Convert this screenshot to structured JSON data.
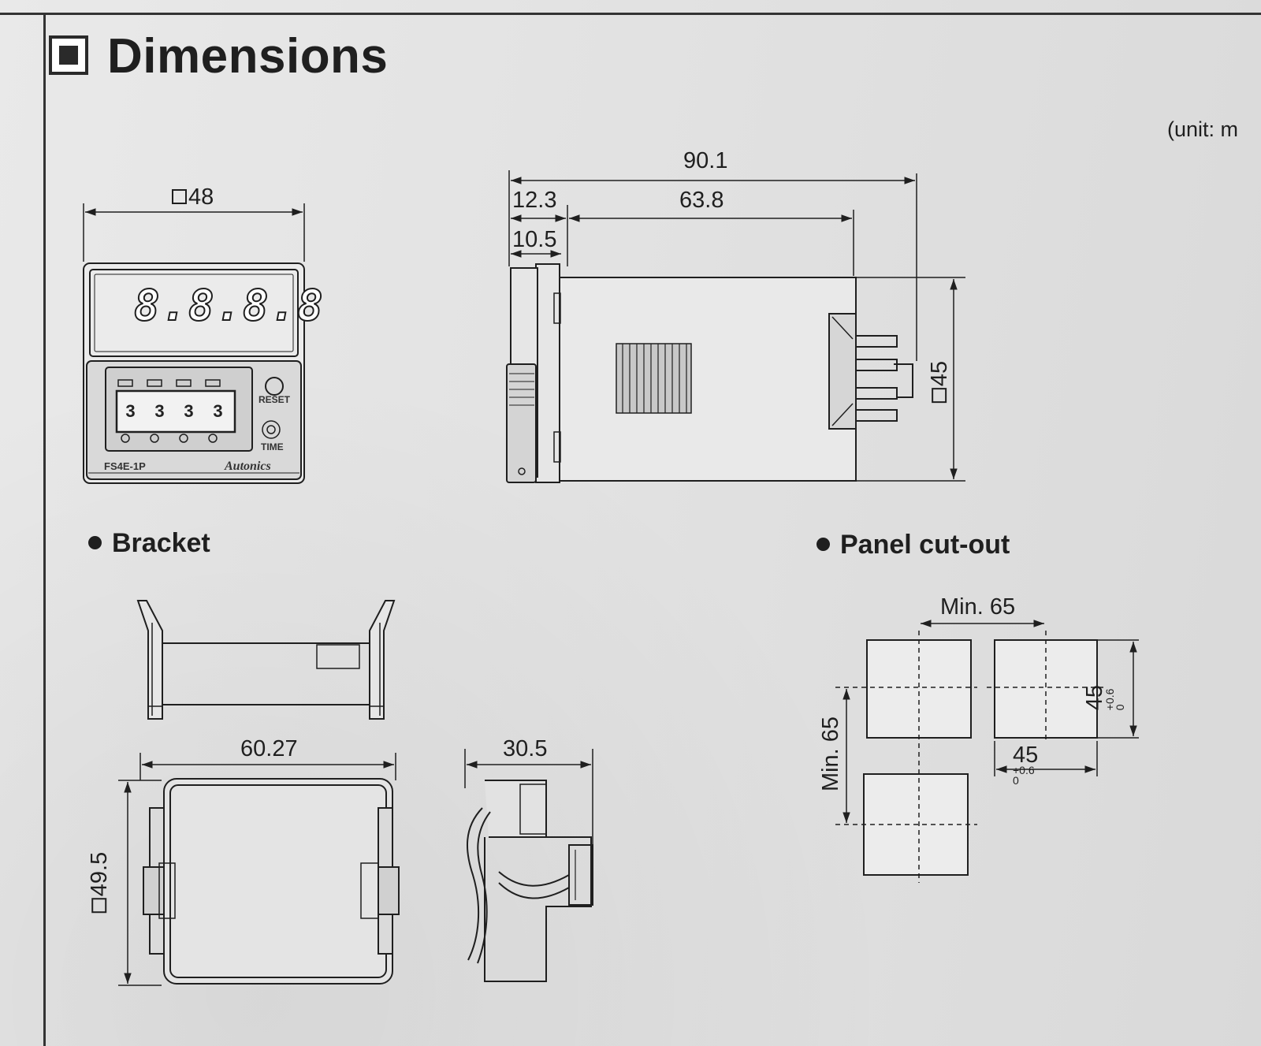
{
  "header": {
    "title": "Dimensions",
    "unit": "(unit: m"
  },
  "main_view": {
    "front_width": "48",
    "total_depth": "90.1",
    "front_depth": "12.3",
    "body_depth": "63.8",
    "flange_depth": "10.5",
    "body_height": "45",
    "display_text": "8.8.8.8",
    "digit_values": [
      "3",
      "3",
      "3",
      "3"
    ],
    "reset_label": "RESET",
    "time_label": "TIME",
    "model_label": "FS4E-1P",
    "brand_label": "Autonics"
  },
  "bracket": {
    "heading": "Bracket",
    "width": "60.27",
    "height": "49.5",
    "depth": "30.5"
  },
  "panel_cutout": {
    "heading": "Panel cut-out",
    "min_horizontal": "Min. 65",
    "min_vertical": "Min. 65",
    "cut_size": "45",
    "tol_plus": "+0.6",
    "tol_zero": "0"
  },
  "colors": {
    "ink": "#1f1f1f",
    "paper": "#e3e3e3"
  }
}
